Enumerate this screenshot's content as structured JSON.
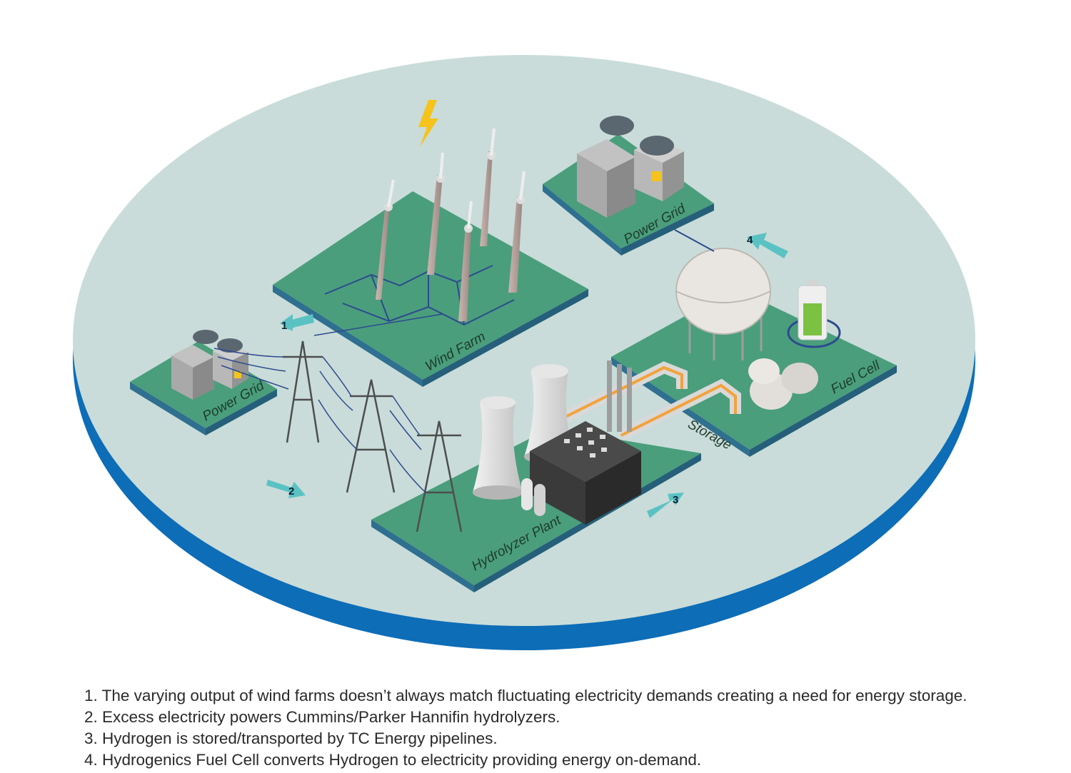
{
  "labels": {
    "wind_farm": "Wind Farm",
    "power_grid_top": "Power Grid",
    "power_grid_left": "Power Grid",
    "fuel_cell": "Fuel Cell",
    "storage": "Storage",
    "hydrolyzer_plant": "Hydrolyzer Plant"
  },
  "steps": {
    "s1": "1",
    "s2": "2",
    "s3": "3",
    "s4": "4"
  },
  "notes": [
    "1. The varying output of wind farms doesn’t always match fluctuating electricity demands creating a need for energy storage.",
    "2. Excess electricity powers Cummins/Parker Hannifin hydrolyzers.",
    "3. Hydrogen is stored/transported by TC Energy pipelines.",
    "4. Hydrogenics Fuel Cell converts Hydrogen to electricity providing energy on-demand."
  ],
  "colors": {
    "ground": "#c9dcd9",
    "ground_rim": "#0d6db7",
    "platform": "#4a9e7c",
    "platform_side": "#2f6f8f",
    "arrow": "#5bc2c4",
    "bolt": "#f5c31c",
    "cable": "#2d4b8f"
  }
}
